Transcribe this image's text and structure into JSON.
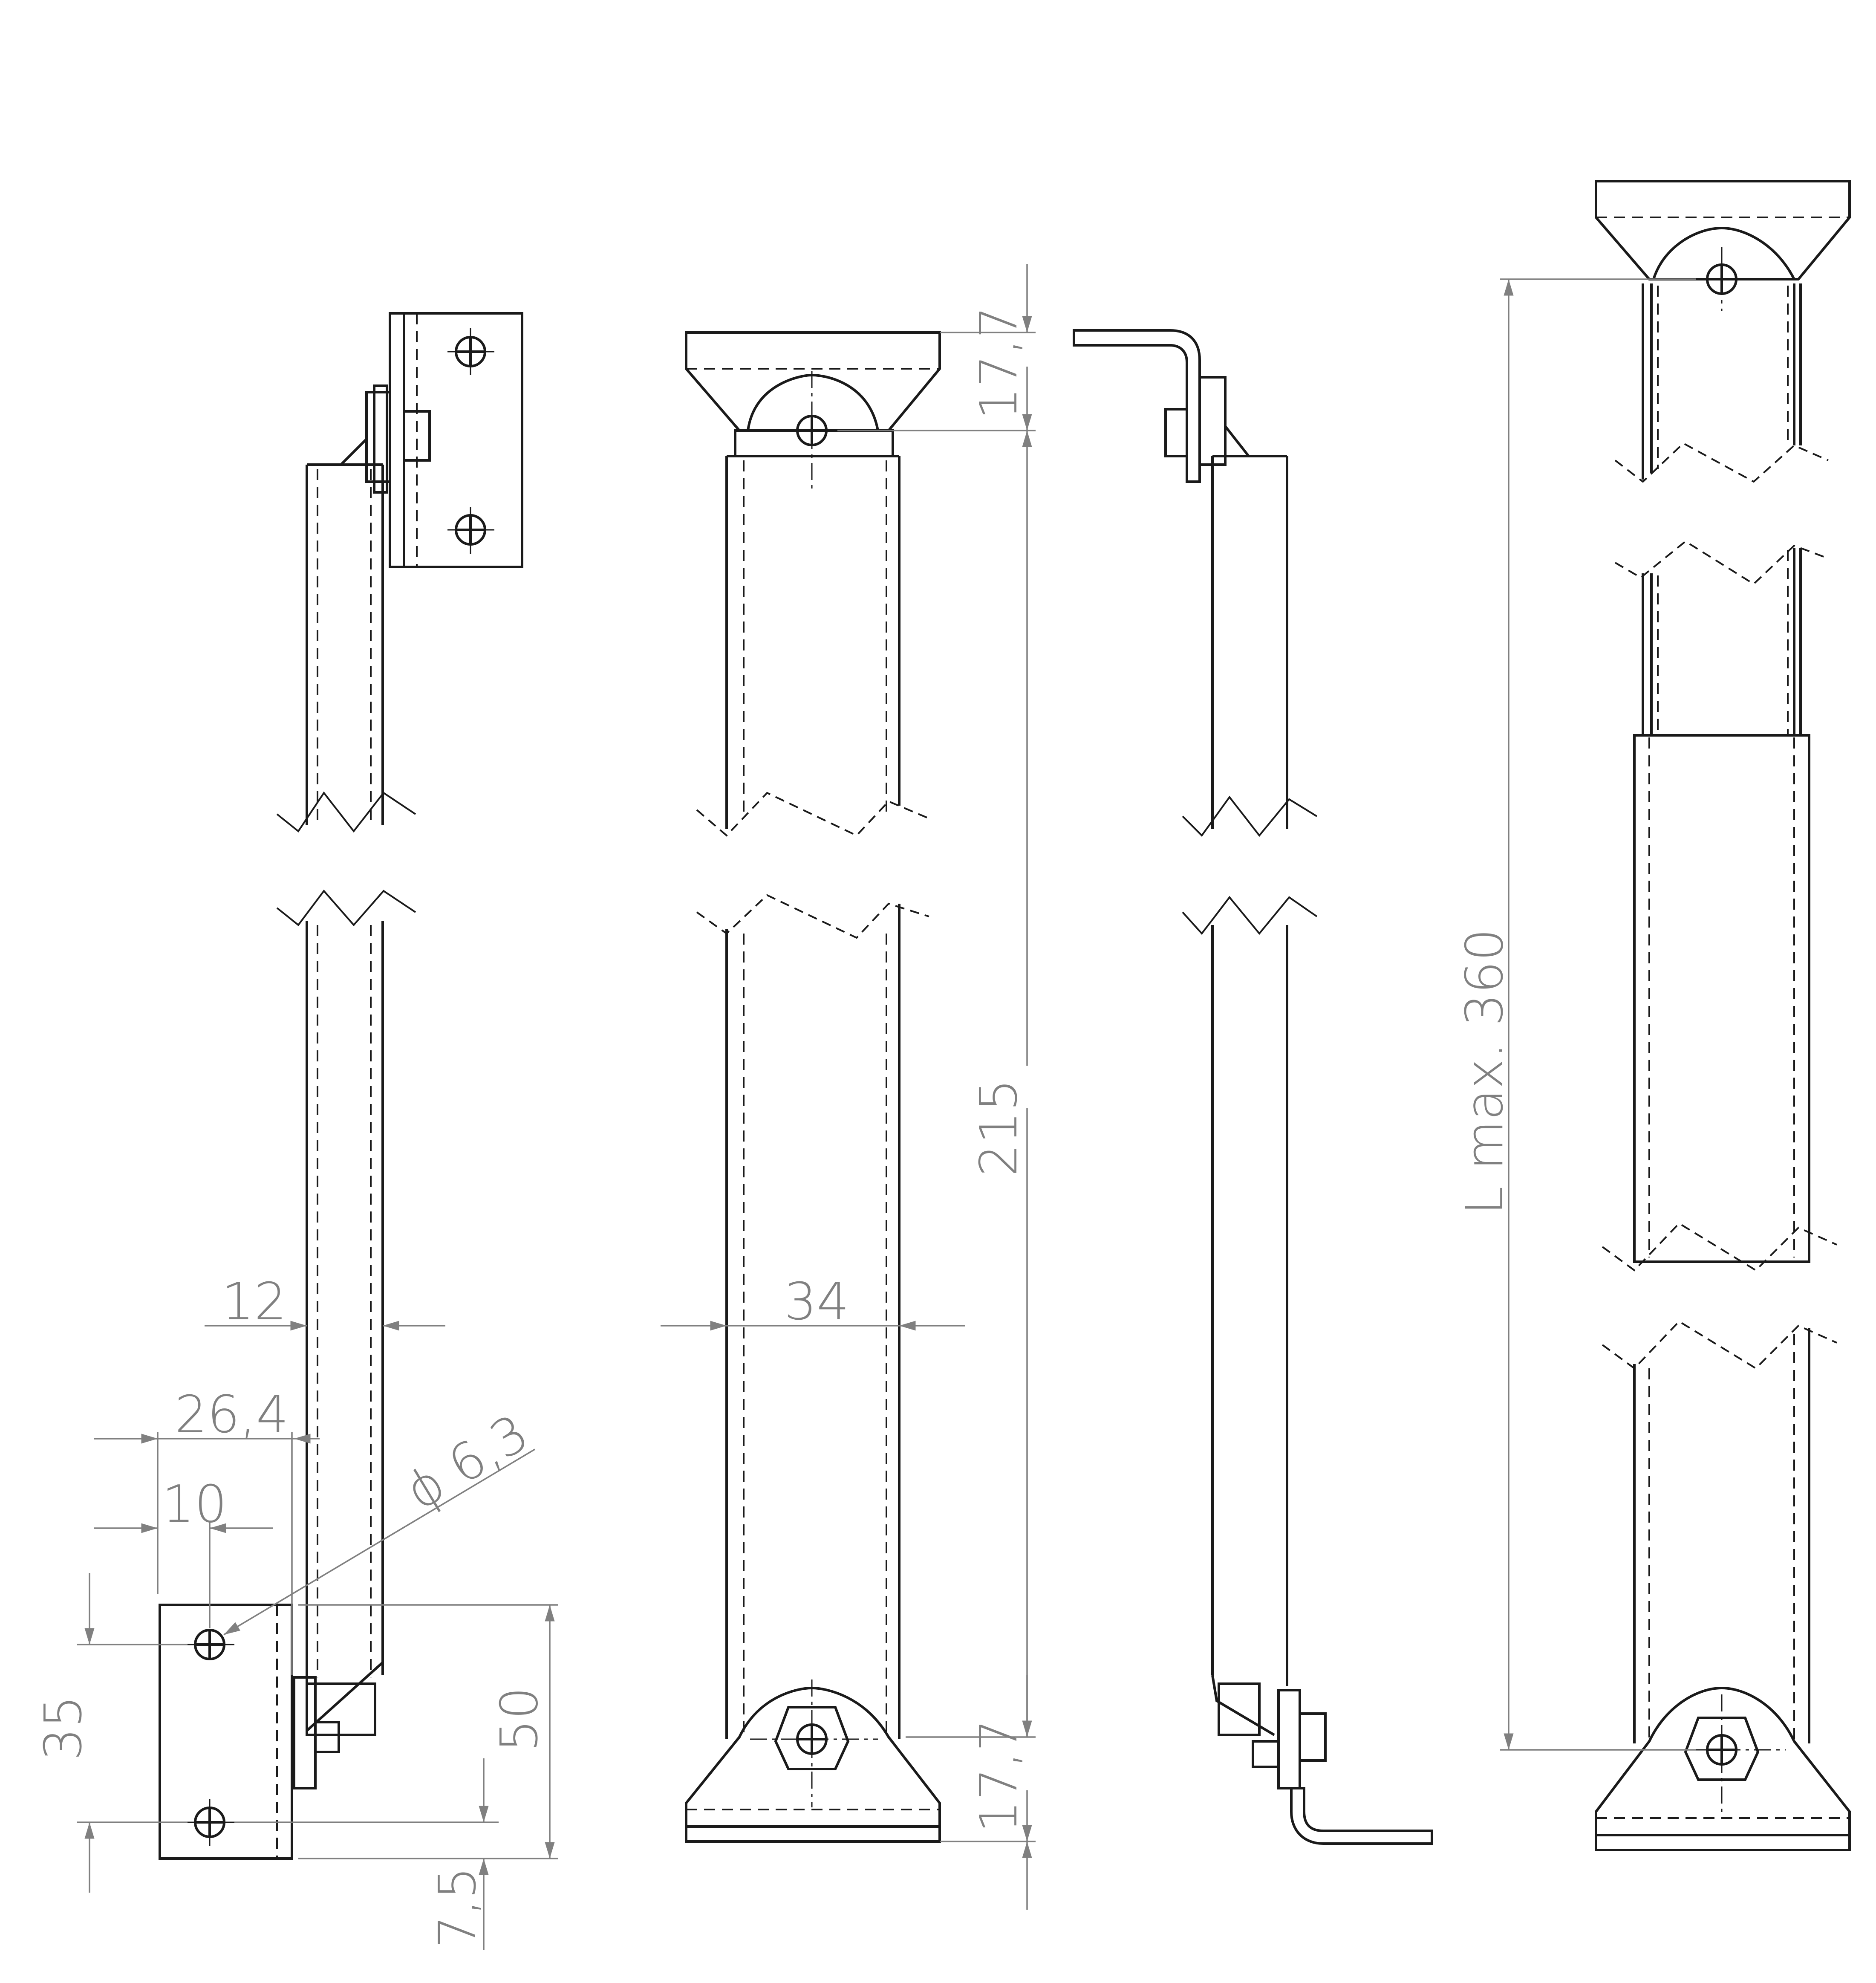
{
  "colors": {
    "outline": "#1a1a1a",
    "dimension": "#808080",
    "background": "#ffffff"
  },
  "dimensions": {
    "d_12": "12",
    "d_26_4": "26,4",
    "d_10": "10",
    "d_dia": "ϕ 6,3",
    "d_35": "35",
    "d_50": "50",
    "d_7_5": "7,5",
    "d_34": "34",
    "d_17_7_top": "17,7",
    "d_215": "215",
    "d_17_7_bottom": "17,7",
    "d_lmax": "L max. 360"
  }
}
